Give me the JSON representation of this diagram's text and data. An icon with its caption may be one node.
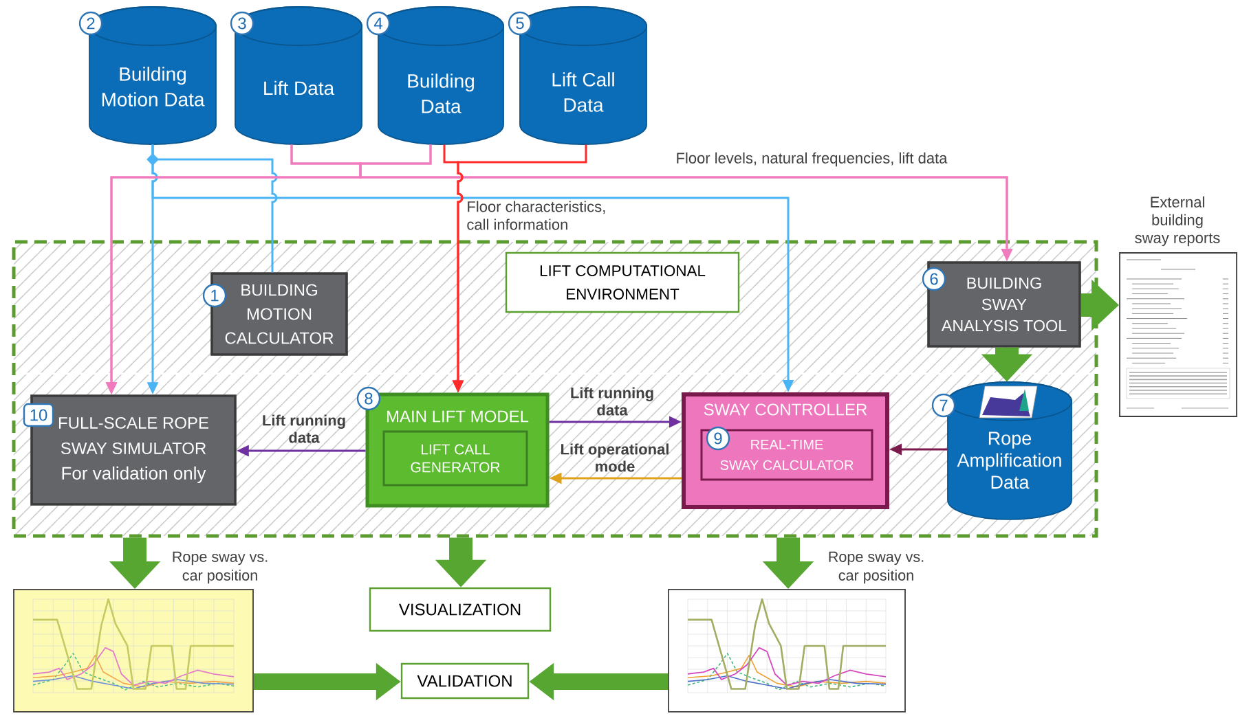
{
  "diagram": {
    "nodes": [
      {
        "text": [
          "2",
          "Building Motion Data"
        ]
      },
      {
        "text": [
          "3",
          "Lift Data"
        ]
      },
      {
        "text": [
          "4",
          "Building Data"
        ]
      },
      {
        "text": [
          "5",
          "Lift Call Data"
        ]
      },
      {
        "text": [],
        "shape": "box"
      },
      {
        "text": [
          "LIFT COMPUTATIONAL ENVIRONMENT"
        ],
        "in": 4
      },
      {
        "text": [
          "1",
          "BUILDING MOTION CALCULATOR"
        ],
        "in": 4
      },
      {
        "text": [
          "6",
          "BUILDING SWAY ANALYSIS TOOL"
        ],
        "in": 4
      },
      {
        "text": [
          "10",
          "FULL-SCALE ROPE SWAY SIMULATOR",
          "For validation only"
        ],
        "in": 4
      },
      {
        "text": [
          "8",
          "MAIN LIFT MODEL"
        ],
        "in": 4
      },
      {
        "text": [
          "LIFT CALL GENERATOR"
        ],
        "in": 9
      },
      {
        "text": [
          "SWAY CONTROLLER"
        ],
        "in": 4
      },
      {
        "text": [
          "9",
          "REAL-TIME SWAY CALCULATOR"
        ],
        "in": 11
      },
      {
        "text": [
          "7",
          "Rope Amplification Data"
        ],
        "in": 4
      },
      {
        "text": [
          "External building sway reports"
        ]
      },
      {
        "text": [],
        "shape": "picture"
      },
      {
        "text": [
          "VISUALIZATION"
        ]
      },
      {
        "text": [],
        "shape": "picture"
      },
      {
        "text": [
          "VALIDATION"
        ]
      }
    ],
    "edges": [
      {
        "from": 6,
        "to": 0,
        "arrow": "none",
        "color": "#4ab4f5"
      },
      {
        "from": 0,
        "to": 8,
        "arrow": "to",
        "color": "#4ab4f5"
      },
      {
        "from": 0,
        "to": 11,
        "arrow": "to",
        "color": "#4ab4f5"
      },
      {
        "from": 1,
        "to": 8,
        "arrow": "to",
        "color": "#f07bbd"
      },
      {
        "from": 1,
        "to": 7,
        "arrow": "to",
        "label": "Floor levels, natural frequencies, lift data",
        "color": "#f07bbd"
      },
      {
        "from": 2,
        "to": 8,
        "arrow": "to",
        "color": "#f07bbd"
      },
      {
        "from": 2,
        "to": 7,
        "arrow": "to",
        "color": "#f07bbd"
      },
      {
        "from": 2,
        "to": 9,
        "arrow": "to",
        "label": "Floor characteristics, call information",
        "color": "#ff2a2a"
      },
      {
        "from": 3,
        "to": 9,
        "arrow": "to",
        "color": "#ff2a2a"
      },
      {
        "from": 9,
        "to": 8,
        "arrow": "to",
        "label": "Lift running data",
        "color": "#7030a0"
      },
      {
        "from": 9,
        "to": 11,
        "arrow": "to",
        "label": "Lift running data",
        "color": "#7030a0"
      },
      {
        "from": 11,
        "to": 9,
        "arrow": "to",
        "label": "Lift operational mode",
        "color": "#e0a21a"
      },
      {
        "from": 13,
        "to": 11,
        "arrow": "to",
        "color": "#7a1a4c"
      },
      {
        "from": 7,
        "to": 14,
        "arrow": "to",
        "style": "thick",
        "color": "#58a632"
      },
      {
        "from": 7,
        "to": 13,
        "arrow": "to",
        "style": "thick",
        "color": "#58a632"
      },
      {
        "from": 4,
        "to": 15,
        "arrow": "to",
        "label": "Rope sway vs. car position",
        "style": "thick",
        "color": "#58a632"
      },
      {
        "from": 4,
        "to": 16,
        "arrow": "to",
        "style": "thick",
        "color": "#58a632"
      },
      {
        "from": 4,
        "to": 17,
        "arrow": "to",
        "label": "Rope sway vs. car position",
        "style": "thick",
        "color": "#58a632"
      },
      {
        "from": 15,
        "to": 18,
        "arrow": "to",
        "style": "thick",
        "color": "#58a632"
      },
      {
        "from": 17,
        "to": 18,
        "arrow": "to",
        "style": "thick",
        "color": "#58a632"
      }
    ]
  }
}
